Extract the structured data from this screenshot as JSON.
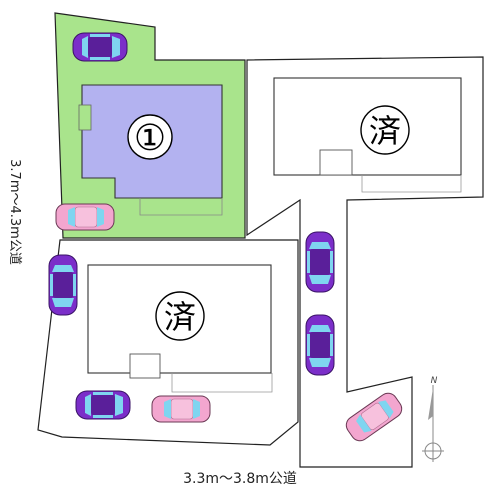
{
  "lots": [
    {
      "id": "lot-1",
      "label": "①",
      "status": "available",
      "fill": "#a9e48c"
    },
    {
      "id": "lot-2",
      "label": "済",
      "status": "sold"
    },
    {
      "id": "lot-3",
      "label": "済",
      "status": "sold"
    }
  ],
  "roads": {
    "west": "3.7m～4.3m公道",
    "south": "3.3m～3.8m公道"
  },
  "compass": {
    "label": "N"
  },
  "colors": {
    "available_lot": "#a9e48c",
    "building_available": "#b3b2f0",
    "car_purple": "#7b2ec9",
    "car_pink": "#f3a6cf",
    "car_glass": "#7fd5f0"
  }
}
